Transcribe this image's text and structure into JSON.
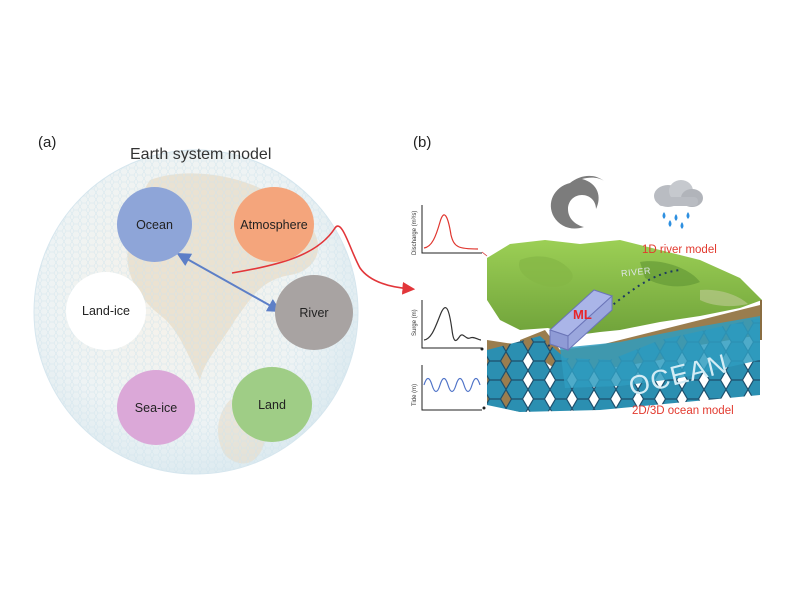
{
  "panel_a": {
    "label": "(a)",
    "title": "Earth system model",
    "components": {
      "ocean": "Ocean",
      "atmosphere": "Atmosphere",
      "land_ice": "Land-ice",
      "river": "River",
      "sea_ice": "Sea-ice",
      "land": "Land"
    }
  },
  "panel_b": {
    "label": "(b)",
    "plots": {
      "discharge_ylabel": "Discharge (m³/s)",
      "surge_ylabel": "Surge (m)",
      "tide_ylabel": "Tide (m)"
    },
    "ml_label": "ML",
    "river_text": "RIVER",
    "ocean_text": "OCEAN",
    "river_model_label": "1D river model",
    "ocean_model_label": "2D/3D ocean model"
  },
  "colors": {
    "ocean_node": "#8ea5d8",
    "atmosphere_node": "#f4a57c",
    "river_node": "#a8a3a2",
    "sea_ice_node": "#dba8d8",
    "land_node": "#9fcd86",
    "model_label_red": "#e23a2f"
  },
  "icons": [
    "hurricane-icon",
    "rain-cloud-icon"
  ]
}
